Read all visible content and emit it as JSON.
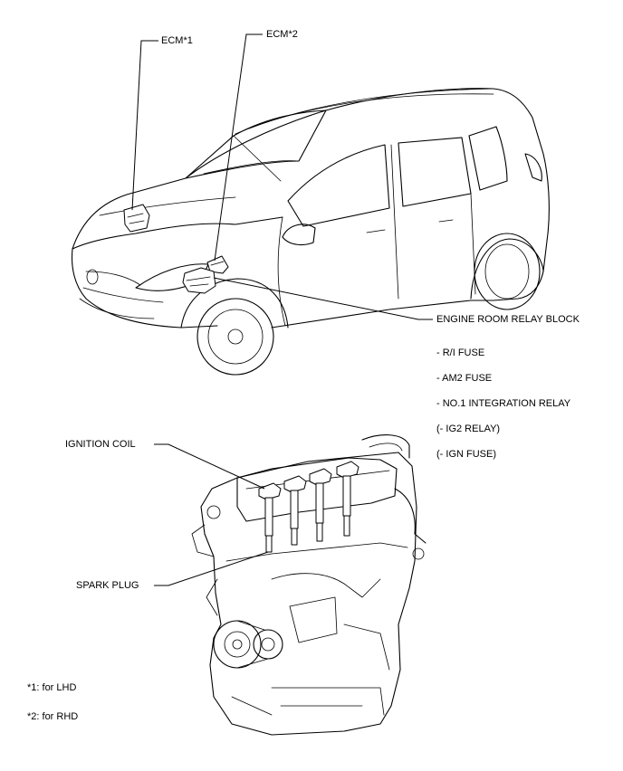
{
  "labels": {
    "ecm1": "ECM*1",
    "ecm2": "ECM*2",
    "engine_room_relay_block": "ENGINE ROOM RELAY BLOCK",
    "ri_fuse": "- R/I FUSE",
    "am2_fuse": "- AM2 FUSE",
    "no1_integration_relay": "- NO.1 INTEGRATION RELAY",
    "ig2_relay": "(- IG2 RELAY)",
    "ign_fuse": "(- IGN FUSE)",
    "ignition_coil": "IGNITION COIL",
    "spark_plug": "SPARK PLUG"
  },
  "footnotes": {
    "note1": "*1: for LHD",
    "note2": "*2: for RHD"
  }
}
